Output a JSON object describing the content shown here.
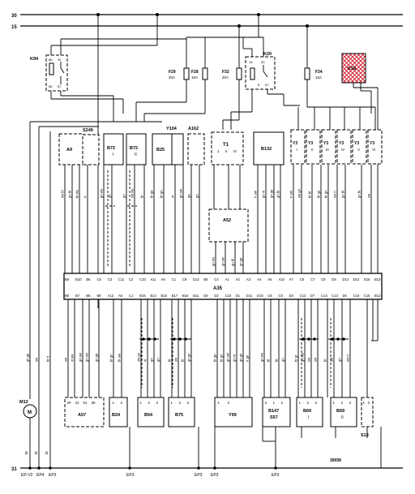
{
  "rails": {
    "top1": "30",
    "top2": "15",
    "ground": "31"
  },
  "drawing_number": "30058",
  "components": {
    "K94": "K94",
    "K20": "K20",
    "K18": "K18",
    "F29": "F29",
    "F29_rating": "20A",
    "F28": "F28",
    "F28_rating": "15A",
    "F32": "F32",
    "F32_rating": "20A",
    "F34": "F34",
    "F34_rating": "15A",
    "S249": "S249",
    "A9": "A9",
    "B72_1": "B72",
    "B72_1_sub": "I",
    "B72_2": "B72",
    "B72_2_sub": "II",
    "Y104": "Y104",
    "A162": "A162",
    "B25": "B25",
    "T1": "T1",
    "B132": "B132",
    "Y3": [
      "Y3",
      "Y3",
      "Y3",
      "Y3",
      "Y3",
      "Y3"
    ],
    "Y3_sub": [
      "I",
      "II",
      "III",
      "IV",
      "V",
      "VI"
    ],
    "A52": "A52",
    "A35": "A35",
    "M12": "M12",
    "M": "M",
    "A57": "A57",
    "B24": "B24",
    "B54": "B54",
    "B75": "B75",
    "Y99": "Y99",
    "B147": "B147",
    "S57": "S57",
    "B69_1": "B69",
    "B69_1_sub": "I",
    "B69_2": "B69",
    "B69_2_sub": "II",
    "S13": "S13"
  },
  "relay_pins": {
    "K94": [
      "86",
      "30",
      "85",
      "87"
    ],
    "K20": [
      "15",
      "30",
      "8",
      "87",
      "85",
      "86"
    ]
  },
  "fuse_wires": [
    "rt gn",
    "gn",
    "gn",
    "sw",
    "sw",
    "gn sw",
    "rt gn",
    "gn",
    "sw ws",
    "gn",
    "gn",
    "rt ge"
  ],
  "connector_pins_top": [
    "B9",
    "B10",
    "B6",
    "C5",
    "C3",
    "C11",
    "C2",
    "C10",
    "A11",
    "A8",
    "C1",
    "C9",
    "D12",
    "B6",
    "C4",
    "A1",
    "A2",
    "A3",
    "A4",
    "A5",
    "A10",
    "A7",
    "C6",
    "C7",
    "C8",
    "D8",
    "D13",
    "D14",
    "D15",
    "B13"
  ],
  "connector_pins_bottom": [
    "B8",
    "B7",
    "B5",
    "B8",
    "A12",
    "A6",
    "C1",
    "B15",
    "B14",
    "B18",
    "B17",
    "B16",
    "B11",
    "D9",
    "D2",
    "C10",
    "D1",
    "D11",
    "D10",
    "C6",
    "C5",
    "D4",
    "C12",
    "D7",
    "C14",
    "C13",
    "D6",
    "C16",
    "C15",
    "B12"
  ],
  "wire_labels_upper": [
    "ws bl",
    "gn bl",
    "br ws",
    "rt",
    "gn ws",
    "gn",
    "gn",
    "sw ws",
    "br",
    "br ge",
    "br gn",
    "vi",
    "gn sw",
    "ge",
    "gn",
    "rt sw",
    "gn vi",
    "gn ge",
    "gn br",
    "rt sw",
    "sw gn",
    "br bl",
    "br ge",
    "br gn",
    "sw rt",
    "gn bl",
    "gn br",
    "sw"
  ],
  "wire_labels_lower": [
    "gn ge",
    "sw",
    "br rt",
    "sw",
    "vi sw",
    "gn sw",
    "gn ws",
    "gn ge",
    "br gn",
    "br sw",
    "sw gn",
    "vi",
    "gn",
    "gn",
    "bl",
    "sw",
    "br",
    "gn gn",
    "br ge",
    "br gn",
    "gn sw",
    "gn vi",
    "gn gn",
    "rt gn",
    "gn ws",
    "bl",
    "br",
    "gn",
    "br gr",
    "gn ws",
    "sw",
    "sw",
    "br",
    "sw",
    "gn",
    "sw rt"
  ],
  "a52_wires": [
    "gn ws",
    "gn sw",
    "gn bl",
    "gn ge"
  ],
  "t1_pins": [
    "1",
    "II",
    "III"
  ],
  "ground_labels": [
    "br",
    "br",
    "br"
  ],
  "ground_points": [
    "EP-V2",
    "EP4",
    "EP3",
    "EP3",
    "EP3",
    "EP3",
    "EP3"
  ],
  "bottom_pins": {
    "A57": [
      "20",
      "41",
      "51",
      "36"
    ],
    "B24": [
      "1",
      "2"
    ],
    "B54": [
      "1",
      "2",
      "3"
    ],
    "B75": [
      "1",
      "2",
      "3"
    ],
    "Y99": [
      "1",
      "2"
    ],
    "B147": [
      "3",
      "1",
      "2"
    ],
    "B69_1": [
      "1",
      "2",
      "3"
    ],
    "B69_2": [
      "1",
      "2",
      "3"
    ],
    "S13": [
      "1",
      "2"
    ]
  },
  "colors": {
    "ink": "#000000",
    "background": "#ffffff",
    "k18_hatch": "#d62c3c"
  }
}
